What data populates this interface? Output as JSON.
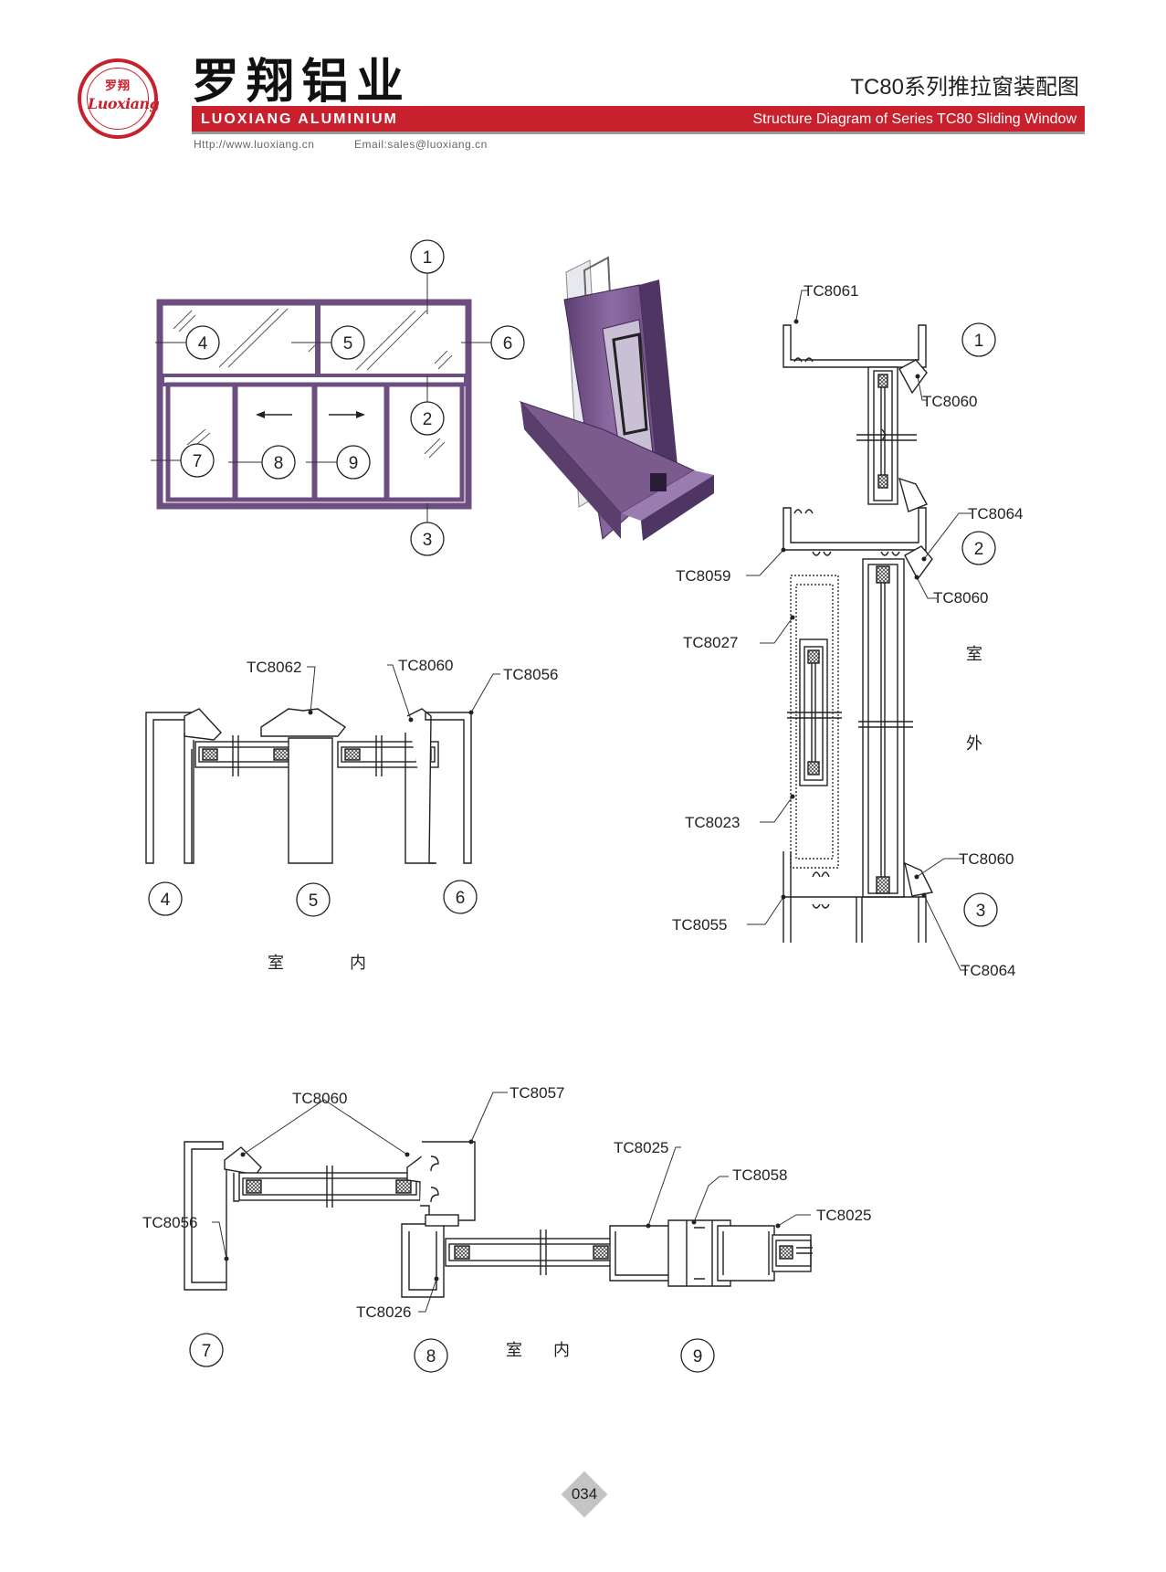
{
  "header": {
    "logo_cn": "罗翔",
    "logo_en": "Luoxiang",
    "company_cn": "罗翔铝业",
    "company_en": "LUOXIANG ALUMINIUM",
    "title_cn": "TC80系列推拉窗装配图",
    "title_en": "Structure Diagram of Series TC80 Sliding Window",
    "website": "Http://www.luoxiang.cn",
    "email": "Email:sales@luoxiang.cn"
  },
  "colors": {
    "brand_red": "#c8202c",
    "frame_purple": "#7b5a8e"
  },
  "elevation": {
    "markers": [
      "1",
      "2",
      "3",
      "4",
      "5",
      "6",
      "7",
      "8",
      "9"
    ]
  },
  "section_vertical": {
    "labels": {
      "top_frame": "TC8061",
      "bead_top": "TC8060",
      "transom_cover": "TC8064",
      "transom": "TC8059",
      "bead_mid": "TC8060",
      "sash_top": "TC8027",
      "sash_bottom": "TC8023",
      "bead_bottom": "TC8060",
      "bottom_frame": "TC8055",
      "bottom_cover": "TC8064"
    },
    "markers": [
      "1",
      "2",
      "3"
    ],
    "side_text": [
      "室",
      "外"
    ]
  },
  "section_fixed": {
    "labels": {
      "mullion": "TC8062",
      "bead": "TC8060",
      "jamb": "TC8056"
    },
    "markers": [
      "4",
      "5",
      "6"
    ],
    "side_text": [
      "室",
      "内"
    ]
  },
  "section_sliding": {
    "labels": {
      "bead": "TC8060",
      "transom_link": "TC8057",
      "jamb": "TC8056",
      "sash_stile_left": "TC8025",
      "interlock": "TC8058",
      "sash_stile_right": "TC8025",
      "sash_side": "TC8026"
    },
    "markers": [
      "7",
      "8",
      "9"
    ],
    "side_text": [
      "室",
      "内"
    ]
  },
  "page_number": "034"
}
